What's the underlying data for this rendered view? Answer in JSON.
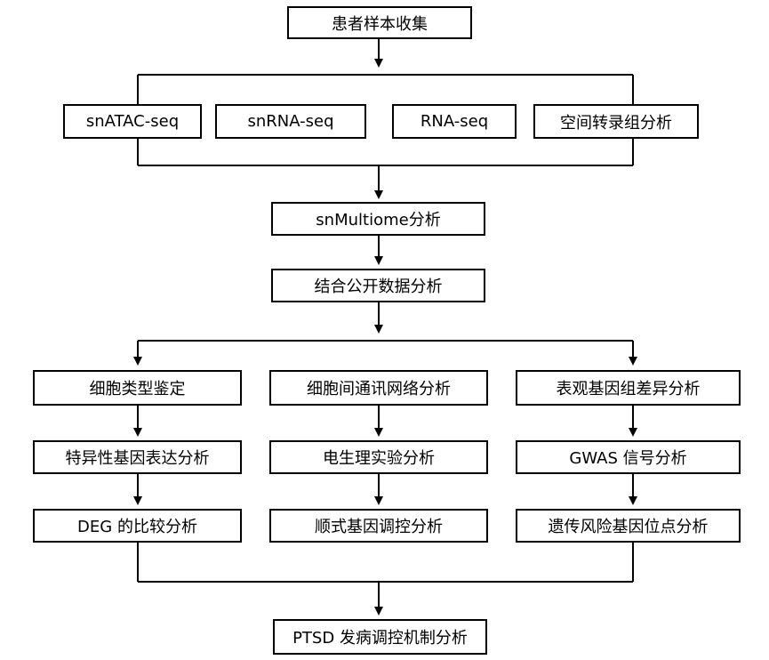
{
  "flowchart": {
    "collect": "患者样本收集",
    "methods": [
      "snATAC-seq",
      "snRNA-seq",
      "RNA-seq",
      "空间转录组分析"
    ],
    "multiome": "snMultiome分析",
    "public_data": "结合公开数据分析",
    "branch_left": [
      "细胞类型鉴定",
      "特异性基因表达分析",
      "DEG 的比较分析"
    ],
    "branch_middle": [
      "细胞间通讯网络分析",
      "电生理实验分析",
      "顺式基因调控分析"
    ],
    "branch_right": [
      "表观基因组差异分析",
      "GWAS 信号分析",
      "遗传风险基因位点分析"
    ],
    "result": "PTSD 发病调控机制分析"
  }
}
